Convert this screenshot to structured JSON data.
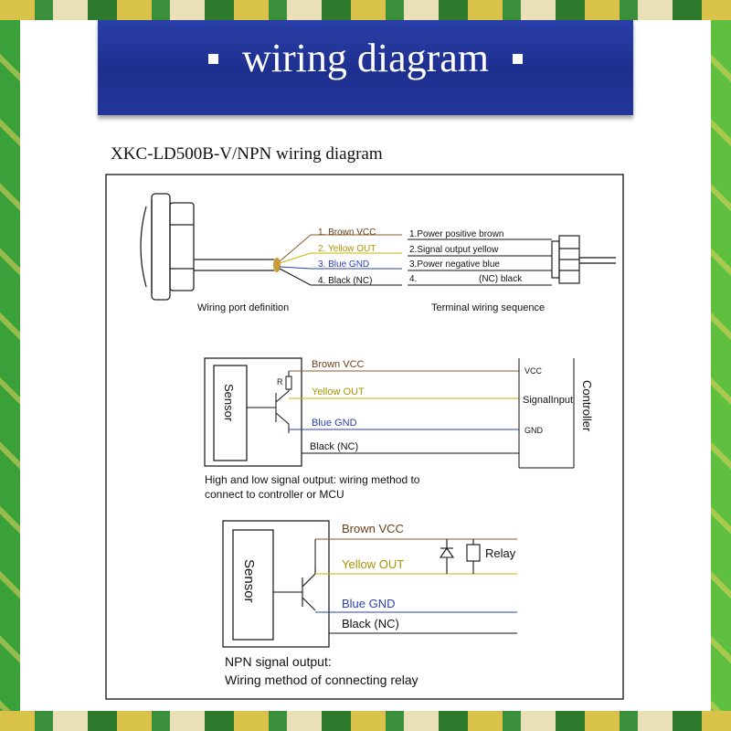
{
  "banner": {
    "title": "wiring diagram"
  },
  "subtitle": "XKC-LD500B-V/NPN wiring diagram",
  "colors": {
    "brown": "#8a5a2b",
    "yellow": "#c8b400",
    "blue": "#2b3fb0",
    "black": "#111111",
    "banner": "#1f3196"
  },
  "port_section": {
    "wires": [
      "1. Brown VCC",
      "2. Yellow OUT",
      "3. Blue GND",
      "4. Black (NC)"
    ],
    "terminals": [
      "1.Power positive brown",
      "2.Signal output yellow",
      "3.Power negative blue",
      "4.",
      "(NC) black"
    ],
    "caption_left": "Wiring port definition",
    "caption_right": "Terminal wiring sequence"
  },
  "controller_section": {
    "sensor_label": "Sensor",
    "resistor_label": "R",
    "wires": [
      "Brown VCC",
      "Yellow OUT",
      "Blue GND",
      "Black (NC)"
    ],
    "ports": [
      "VCC",
      "SignalInput",
      "GND"
    ],
    "controller_label": "Controller",
    "caption_line1": "High and low signal output: wiring method to",
    "caption_line2": "connect to controller or MCU"
  },
  "relay_section": {
    "sensor_label": "Sensor",
    "wires": [
      "Brown VCC",
      "Yellow OUT",
      "Blue GND",
      "Black (NC)"
    ],
    "relay_label": "Relay",
    "caption_line1": "NPN signal output:",
    "caption_line2": "Wiring method of connecting relay"
  }
}
